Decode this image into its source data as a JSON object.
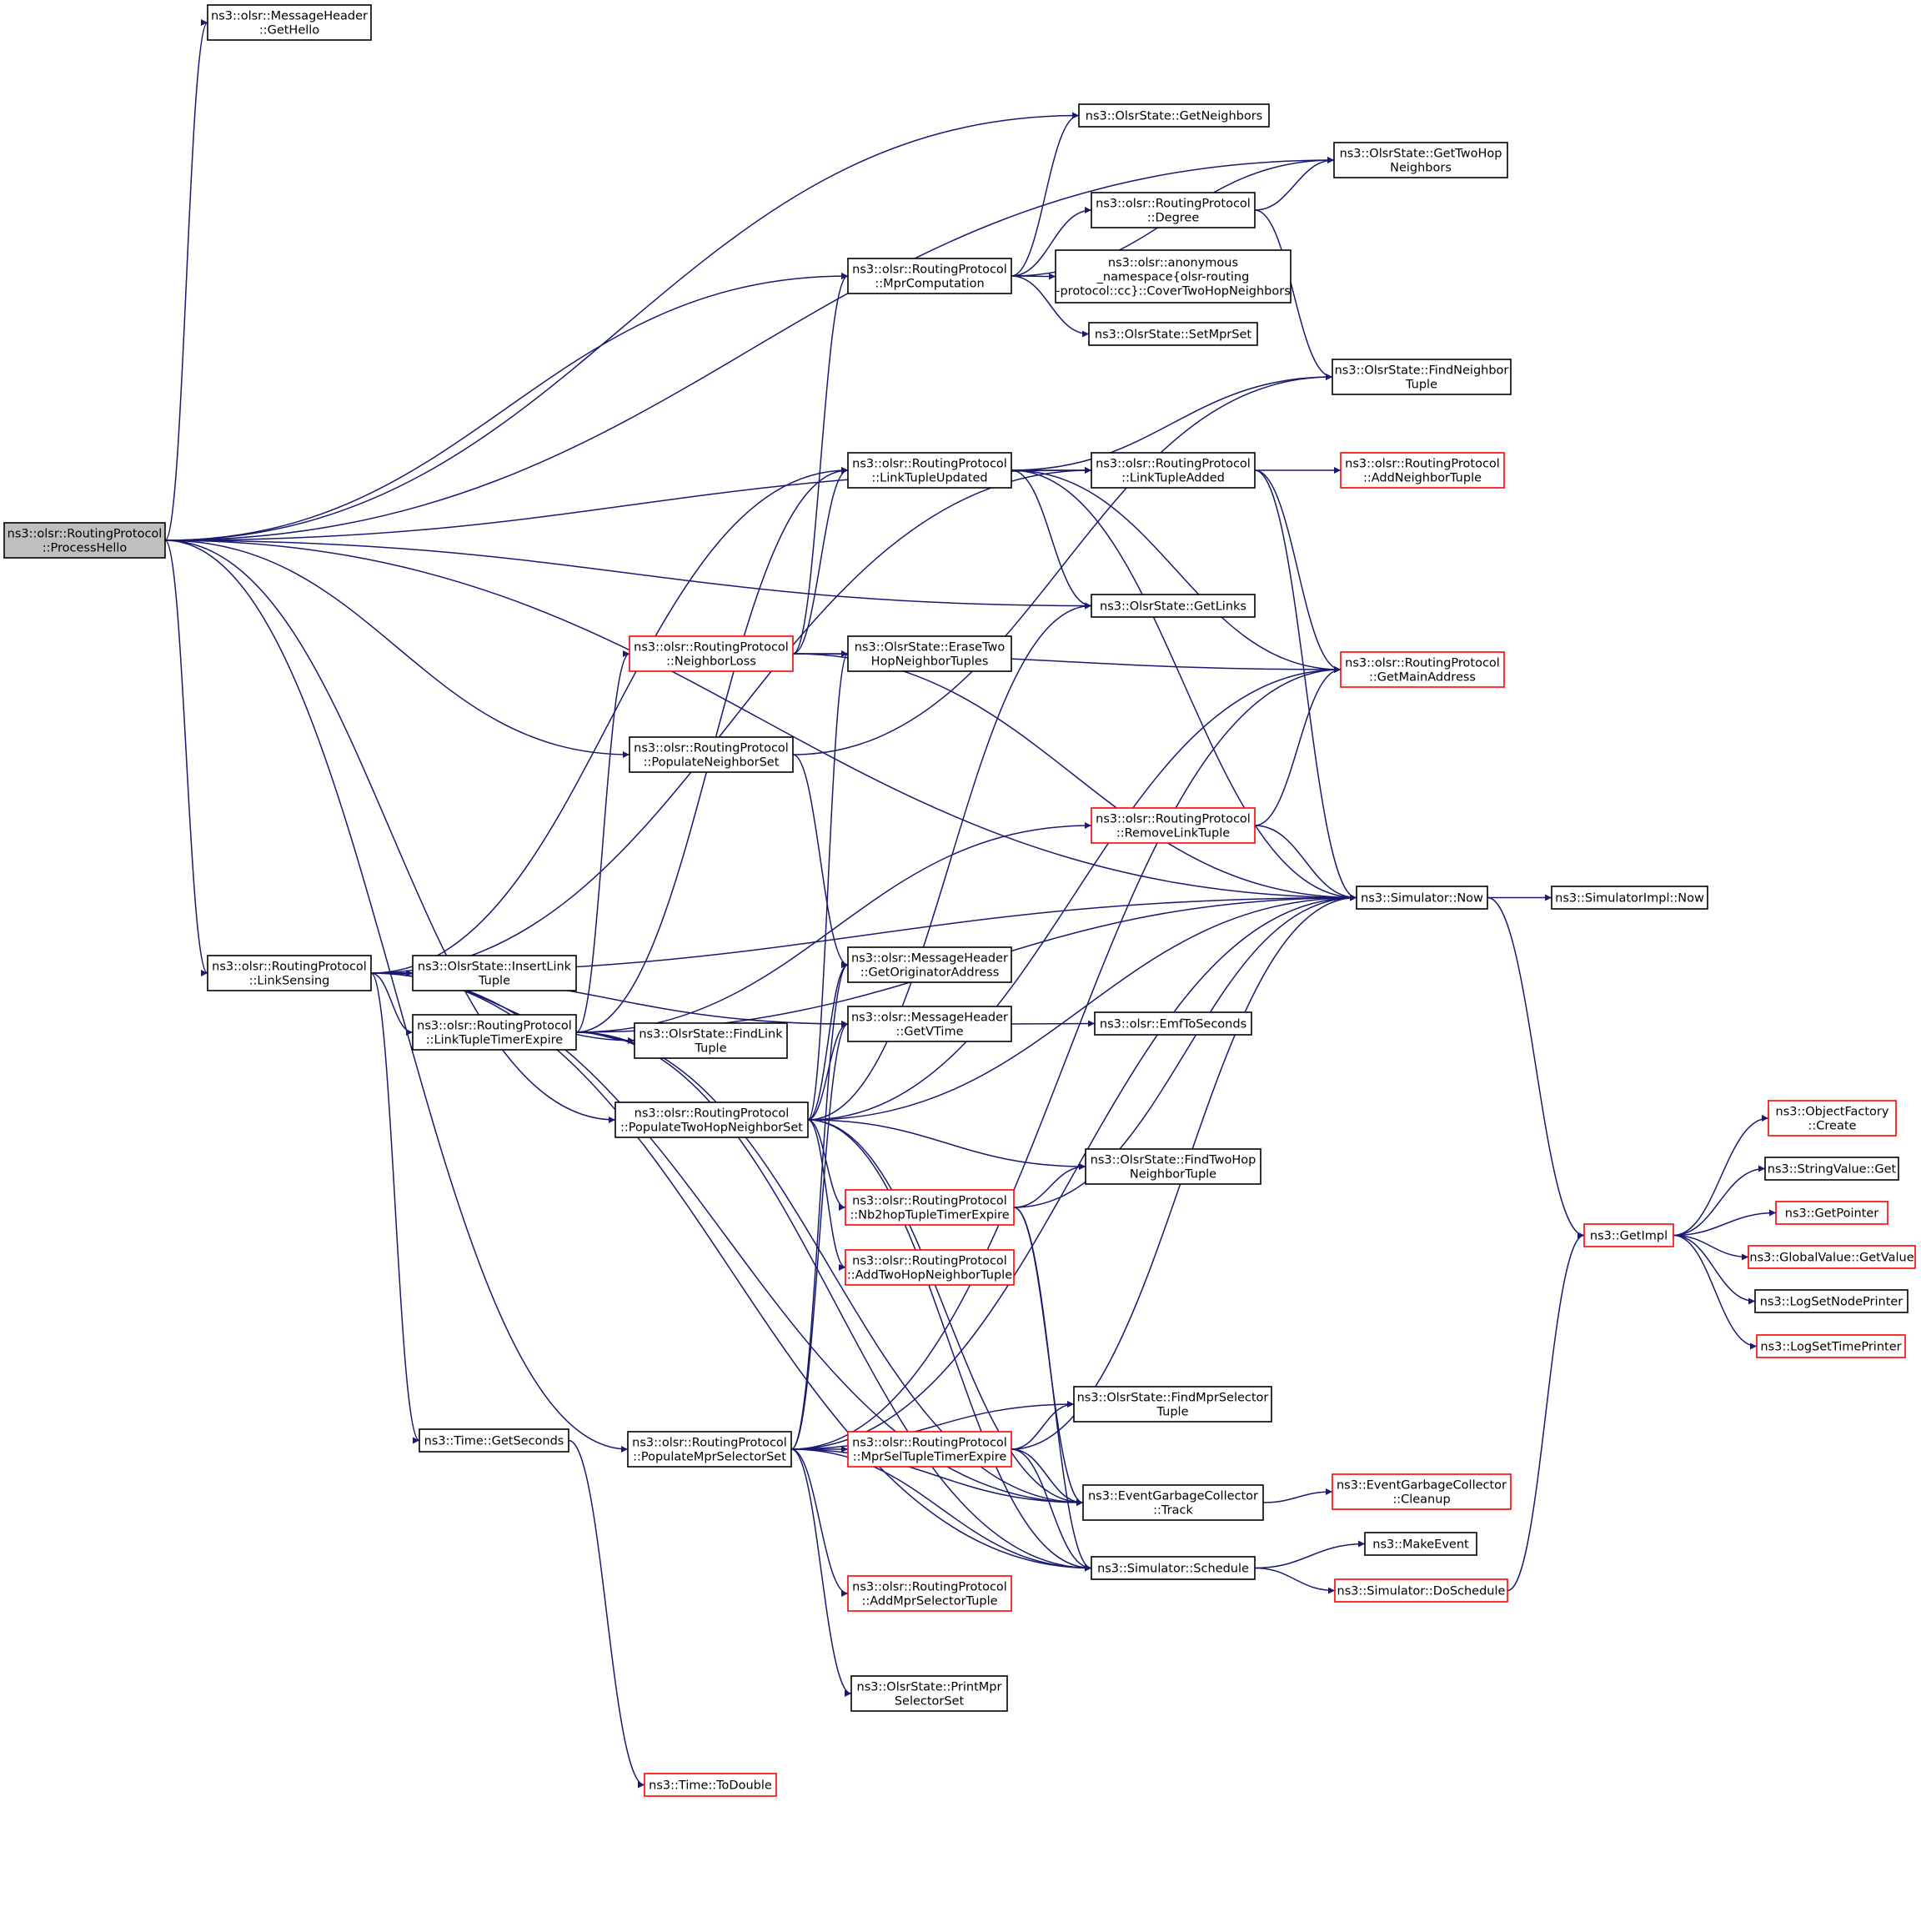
{
  "style": {
    "edge_color": "#191970",
    "root_fill": "#bfbfbf",
    "normal_stroke": "#000000",
    "truncated_stroke": "#ff0000"
  },
  "nodes": [
    {
      "id": "processhello",
      "lines": [
        "ns3::olsr::RoutingProtocol",
        "::ProcessHello"
      ],
      "kind": "root"
    },
    {
      "id": "gethello",
      "lines": [
        "ns3::olsr::MessageHeader",
        "::GetHello"
      ],
      "kind": "normal"
    },
    {
      "id": "getneighbors",
      "lines": [
        "ns3::OlsrState::GetNeighbors"
      ],
      "kind": "normal"
    },
    {
      "id": "gettwohop",
      "lines": [
        "ns3::OlsrState::GetTwoHop",
        "Neighbors"
      ],
      "kind": "normal"
    },
    {
      "id": "degree",
      "lines": [
        "ns3::olsr::RoutingProtocol",
        "::Degree"
      ],
      "kind": "normal"
    },
    {
      "id": "mprcomp",
      "lines": [
        "ns3::olsr::RoutingProtocol",
        "::MprComputation"
      ],
      "kind": "normal"
    },
    {
      "id": "covertwohop",
      "lines": [
        "ns3::olsr::anonymous",
        "_namespace{olsr-routing",
        "-protocol::cc}::CoverTwoHopNeighbors"
      ],
      "kind": "normal"
    },
    {
      "id": "setmprset",
      "lines": [
        "ns3::OlsrState::SetMprSet"
      ],
      "kind": "normal"
    },
    {
      "id": "findneighbor",
      "lines": [
        "ns3::OlsrState::FindNeighbor",
        "Tuple"
      ],
      "kind": "normal"
    },
    {
      "id": "linktupleupdated",
      "lines": [
        "ns3::olsr::RoutingProtocol",
        "::LinkTupleUpdated"
      ],
      "kind": "normal"
    },
    {
      "id": "linktupleadded",
      "lines": [
        "ns3::olsr::RoutingProtocol",
        "::LinkTupleAdded"
      ],
      "kind": "normal"
    },
    {
      "id": "addneighbortuple",
      "lines": [
        "ns3::olsr::RoutingProtocol",
        "::AddNeighborTuple"
      ],
      "kind": "truncated"
    },
    {
      "id": "getlinks",
      "lines": [
        "ns3::OlsrState::GetLinks"
      ],
      "kind": "normal"
    },
    {
      "id": "neighborloss",
      "lines": [
        "ns3::olsr::RoutingProtocol",
        "::NeighborLoss"
      ],
      "kind": "truncated"
    },
    {
      "id": "erasetwohop",
      "lines": [
        "ns3::OlsrState::EraseTwo",
        "HopNeighborTuples"
      ],
      "kind": "normal"
    },
    {
      "id": "getmainaddress",
      "lines": [
        "ns3::olsr::RoutingProtocol",
        "::GetMainAddress"
      ],
      "kind": "truncated"
    },
    {
      "id": "populateneighborset",
      "lines": [
        "ns3::olsr::RoutingProtocol",
        "::PopulateNeighborSet"
      ],
      "kind": "normal"
    },
    {
      "id": "removelinktuple",
      "lines": [
        "ns3::olsr::RoutingProtocol",
        "::RemoveLinkTuple"
      ],
      "kind": "truncated"
    },
    {
      "id": "simnow",
      "lines": [
        "ns3::Simulator::Now"
      ],
      "kind": "normal"
    },
    {
      "id": "simimplnow",
      "lines": [
        "ns3::SimulatorImpl::Now"
      ],
      "kind": "normal"
    },
    {
      "id": "linksensing",
      "lines": [
        "ns3::olsr::RoutingProtocol",
        "::LinkSensing"
      ],
      "kind": "normal"
    },
    {
      "id": "insertlinktuple",
      "lines": [
        "ns3::OlsrState::InsertLink",
        "Tuple"
      ],
      "kind": "normal"
    },
    {
      "id": "getoriginator",
      "lines": [
        "ns3::olsr::MessageHeader",
        "::GetOriginatorAddress"
      ],
      "kind": "normal"
    },
    {
      "id": "linktupletimerexpire",
      "lines": [
        "ns3::olsr::RoutingProtocol",
        "::LinkTupleTimerExpire"
      ],
      "kind": "normal"
    },
    {
      "id": "findlinktuple",
      "lines": [
        "ns3::OlsrState::FindLink",
        "Tuple"
      ],
      "kind": "normal"
    },
    {
      "id": "getvtime",
      "lines": [
        "ns3::olsr::MessageHeader",
        "::GetVTime"
      ],
      "kind": "normal"
    },
    {
      "id": "emftoseconds",
      "lines": [
        "ns3::olsr::EmfToSeconds"
      ],
      "kind": "normal"
    },
    {
      "id": "populatetwohop",
      "lines": [
        "ns3::olsr::RoutingProtocol",
        "::PopulateTwoHopNeighborSet"
      ],
      "kind": "normal"
    },
    {
      "id": "objectfactory",
      "lines": [
        "ns3::ObjectFactory",
        "::Create"
      ],
      "kind": "truncated"
    },
    {
      "id": "stringvalue",
      "lines": [
        "ns3::StringValue::Get"
      ],
      "kind": "normal"
    },
    {
      "id": "findtwohop",
      "lines": [
        "ns3::OlsrState::FindTwoHop",
        "NeighborTuple"
      ],
      "kind": "normal"
    },
    {
      "id": "getpointer",
      "lines": [
        "ns3::GetPointer"
      ],
      "kind": "truncated"
    },
    {
      "id": "nb2hop",
      "lines": [
        "ns3::olsr::RoutingProtocol",
        "::Nb2hopTupleTimerExpire"
      ],
      "kind": "truncated"
    },
    {
      "id": "getimpl",
      "lines": [
        "ns3::GetImpl"
      ],
      "kind": "truncated"
    },
    {
      "id": "globalvalue",
      "lines": [
        "ns3::GlobalValue::GetValue"
      ],
      "kind": "truncated"
    },
    {
      "id": "addtwohop",
      "lines": [
        "ns3::olsr::RoutingProtocol",
        "::AddTwoHopNeighborTuple"
      ],
      "kind": "truncated"
    },
    {
      "id": "lognodeprinter",
      "lines": [
        "ns3::LogSetNodePrinter"
      ],
      "kind": "normal"
    },
    {
      "id": "logtimeprinter",
      "lines": [
        "ns3::LogSetTimePrinter"
      ],
      "kind": "truncated"
    },
    {
      "id": "findmprselector",
      "lines": [
        "ns3::OlsrState::FindMprSelector",
        "Tuple"
      ],
      "kind": "normal"
    },
    {
      "id": "getseconds",
      "lines": [
        "ns3::Time::GetSeconds"
      ],
      "kind": "normal"
    },
    {
      "id": "populatemprselector",
      "lines": [
        "ns3::olsr::RoutingProtocol",
        "::PopulateMprSelectorSet"
      ],
      "kind": "normal"
    },
    {
      "id": "mprseltimer",
      "lines": [
        "ns3::olsr::RoutingProtocol",
        "::MprSelTupleTimerExpire"
      ],
      "kind": "truncated"
    },
    {
      "id": "egctrack",
      "lines": [
        "ns3::EventGarbageCollector",
        "::Track"
      ],
      "kind": "normal"
    },
    {
      "id": "egccleanup",
      "lines": [
        "ns3::EventGarbageCollector",
        "::Cleanup"
      ],
      "kind": "truncated"
    },
    {
      "id": "makeevent",
      "lines": [
        "ns3::MakeEvent"
      ],
      "kind": "normal"
    },
    {
      "id": "schedule",
      "lines": [
        "ns3::Simulator::Schedule"
      ],
      "kind": "normal"
    },
    {
      "id": "doschedule",
      "lines": [
        "ns3::Simulator::DoSchedule"
      ],
      "kind": "truncated"
    },
    {
      "id": "addmprselector",
      "lines": [
        "ns3::olsr::RoutingProtocol",
        "::AddMprSelectorTuple"
      ],
      "kind": "truncated"
    },
    {
      "id": "printmprselector",
      "lines": [
        "ns3::OlsrState::PrintMpr",
        "SelectorSet"
      ],
      "kind": "normal"
    },
    {
      "id": "todouble",
      "lines": [
        "ns3::Time::ToDouble"
      ],
      "kind": "truncated"
    }
  ],
  "edges": [
    [
      "processhello",
      "gethello"
    ],
    [
      "processhello",
      "gettwohop"
    ],
    [
      "processhello",
      "getneighbors"
    ],
    [
      "processhello",
      "mprcomp"
    ],
    [
      "processhello",
      "linktupleadded"
    ],
    [
      "processhello",
      "getlinks"
    ],
    [
      "processhello",
      "simnow"
    ],
    [
      "processhello",
      "populateneighborset"
    ],
    [
      "processhello",
      "linksensing"
    ],
    [
      "processhello",
      "populatetwohop"
    ],
    [
      "processhello",
      "populatemprselector"
    ],
    [
      "mprcomp",
      "getneighbors"
    ],
    [
      "mprcomp",
      "gettwohop"
    ],
    [
      "mprcomp",
      "degree"
    ],
    [
      "mprcomp",
      "covertwohop"
    ],
    [
      "mprcomp",
      "setmprset"
    ],
    [
      "degree",
      "gettwohop"
    ],
    [
      "degree",
      "findneighbor"
    ],
    [
      "linktupleupdated",
      "findneighbor"
    ],
    [
      "linktupleupdated",
      "linktupleadded"
    ],
    [
      "linktupleupdated",
      "getlinks"
    ],
    [
      "linktupleupdated",
      "getmainaddress"
    ],
    [
      "linktupleupdated",
      "simnow"
    ],
    [
      "linktupleadded",
      "addneighbortuple"
    ],
    [
      "linktupleadded",
      "getmainaddress"
    ],
    [
      "linktupleadded",
      "simnow"
    ],
    [
      "neighborloss",
      "mprcomp"
    ],
    [
      "neighborloss",
      "linktupleupdated"
    ],
    [
      "neighborloss",
      "erasetwohop"
    ],
    [
      "neighborloss",
      "getmainaddress"
    ],
    [
      "neighborloss",
      "simnow"
    ],
    [
      "populateneighborset",
      "findneighbor"
    ],
    [
      "populateneighborset",
      "getoriginator"
    ],
    [
      "removelinktuple",
      "getmainaddress"
    ],
    [
      "removelinktuple",
      "simnow"
    ],
    [
      "simnow",
      "simimplnow"
    ],
    [
      "simnow",
      "getimpl"
    ],
    [
      "linksensing",
      "linktupleadded"
    ],
    [
      "linksensing",
      "linktupleupdated"
    ],
    [
      "linksensing",
      "simnow"
    ],
    [
      "linksensing",
      "insertlinktuple"
    ],
    [
      "linksensing",
      "linktupletimerexpire"
    ],
    [
      "linksensing",
      "findlinktuple"
    ],
    [
      "linksensing",
      "getvtime"
    ],
    [
      "linksensing",
      "getseconds"
    ],
    [
      "linksensing",
      "egctrack"
    ],
    [
      "linksensing",
      "schedule"
    ],
    [
      "linktupletimerexpire",
      "neighborloss"
    ],
    [
      "linktupletimerexpire",
      "removelinktuple"
    ],
    [
      "linktupletimerexpire",
      "simnow"
    ],
    [
      "linktupletimerexpire",
      "findlinktuple"
    ],
    [
      "linktupletimerexpire",
      "linktupleupdated"
    ],
    [
      "linktupletimerexpire",
      "egctrack"
    ],
    [
      "linktupletimerexpire",
      "schedule"
    ],
    [
      "getvtime",
      "emftoseconds"
    ],
    [
      "populatetwohop",
      "getoriginator"
    ],
    [
      "populatetwohop",
      "getvtime"
    ],
    [
      "populatetwohop",
      "erasetwohop"
    ],
    [
      "populatetwohop",
      "getmainaddress"
    ],
    [
      "populatetwohop",
      "getlinks"
    ],
    [
      "populatetwohop",
      "simnow"
    ],
    [
      "populatetwohop",
      "findtwohop"
    ],
    [
      "populatetwohop",
      "nb2hop"
    ],
    [
      "populatetwohop",
      "addtwohop"
    ],
    [
      "populatetwohop",
      "egctrack"
    ],
    [
      "populatetwohop",
      "schedule"
    ],
    [
      "nb2hop",
      "findtwohop"
    ],
    [
      "nb2hop",
      "simnow"
    ],
    [
      "nb2hop",
      "egctrack"
    ],
    [
      "nb2hop",
      "schedule"
    ],
    [
      "getimpl",
      "objectfactory"
    ],
    [
      "getimpl",
      "stringvalue"
    ],
    [
      "getimpl",
      "getpointer"
    ],
    [
      "getimpl",
      "globalvalue"
    ],
    [
      "getimpl",
      "lognodeprinter"
    ],
    [
      "getimpl",
      "logtimeprinter"
    ],
    [
      "getseconds",
      "todouble"
    ],
    [
      "populatemprselector",
      "getoriginator"
    ],
    [
      "populatemprselector",
      "getvtime"
    ],
    [
      "populatemprselector",
      "getmainaddress"
    ],
    [
      "populatemprselector",
      "simnow"
    ],
    [
      "populatemprselector",
      "findmprselector"
    ],
    [
      "populatemprselector",
      "mprseltimer"
    ],
    [
      "populatemprselector",
      "egctrack"
    ],
    [
      "populatemprselector",
      "schedule"
    ],
    [
      "populatemprselector",
      "addmprselector"
    ],
    [
      "populatemprselector",
      "printmprselector"
    ],
    [
      "mprseltimer",
      "findmprselector"
    ],
    [
      "mprseltimer",
      "simnow"
    ],
    [
      "mprseltimer",
      "egctrack"
    ],
    [
      "mprseltimer",
      "schedule"
    ],
    [
      "egctrack",
      "egccleanup"
    ],
    [
      "schedule",
      "makeevent"
    ],
    [
      "schedule",
      "doschedule"
    ],
    [
      "doschedule",
      "getimpl"
    ]
  ]
}
